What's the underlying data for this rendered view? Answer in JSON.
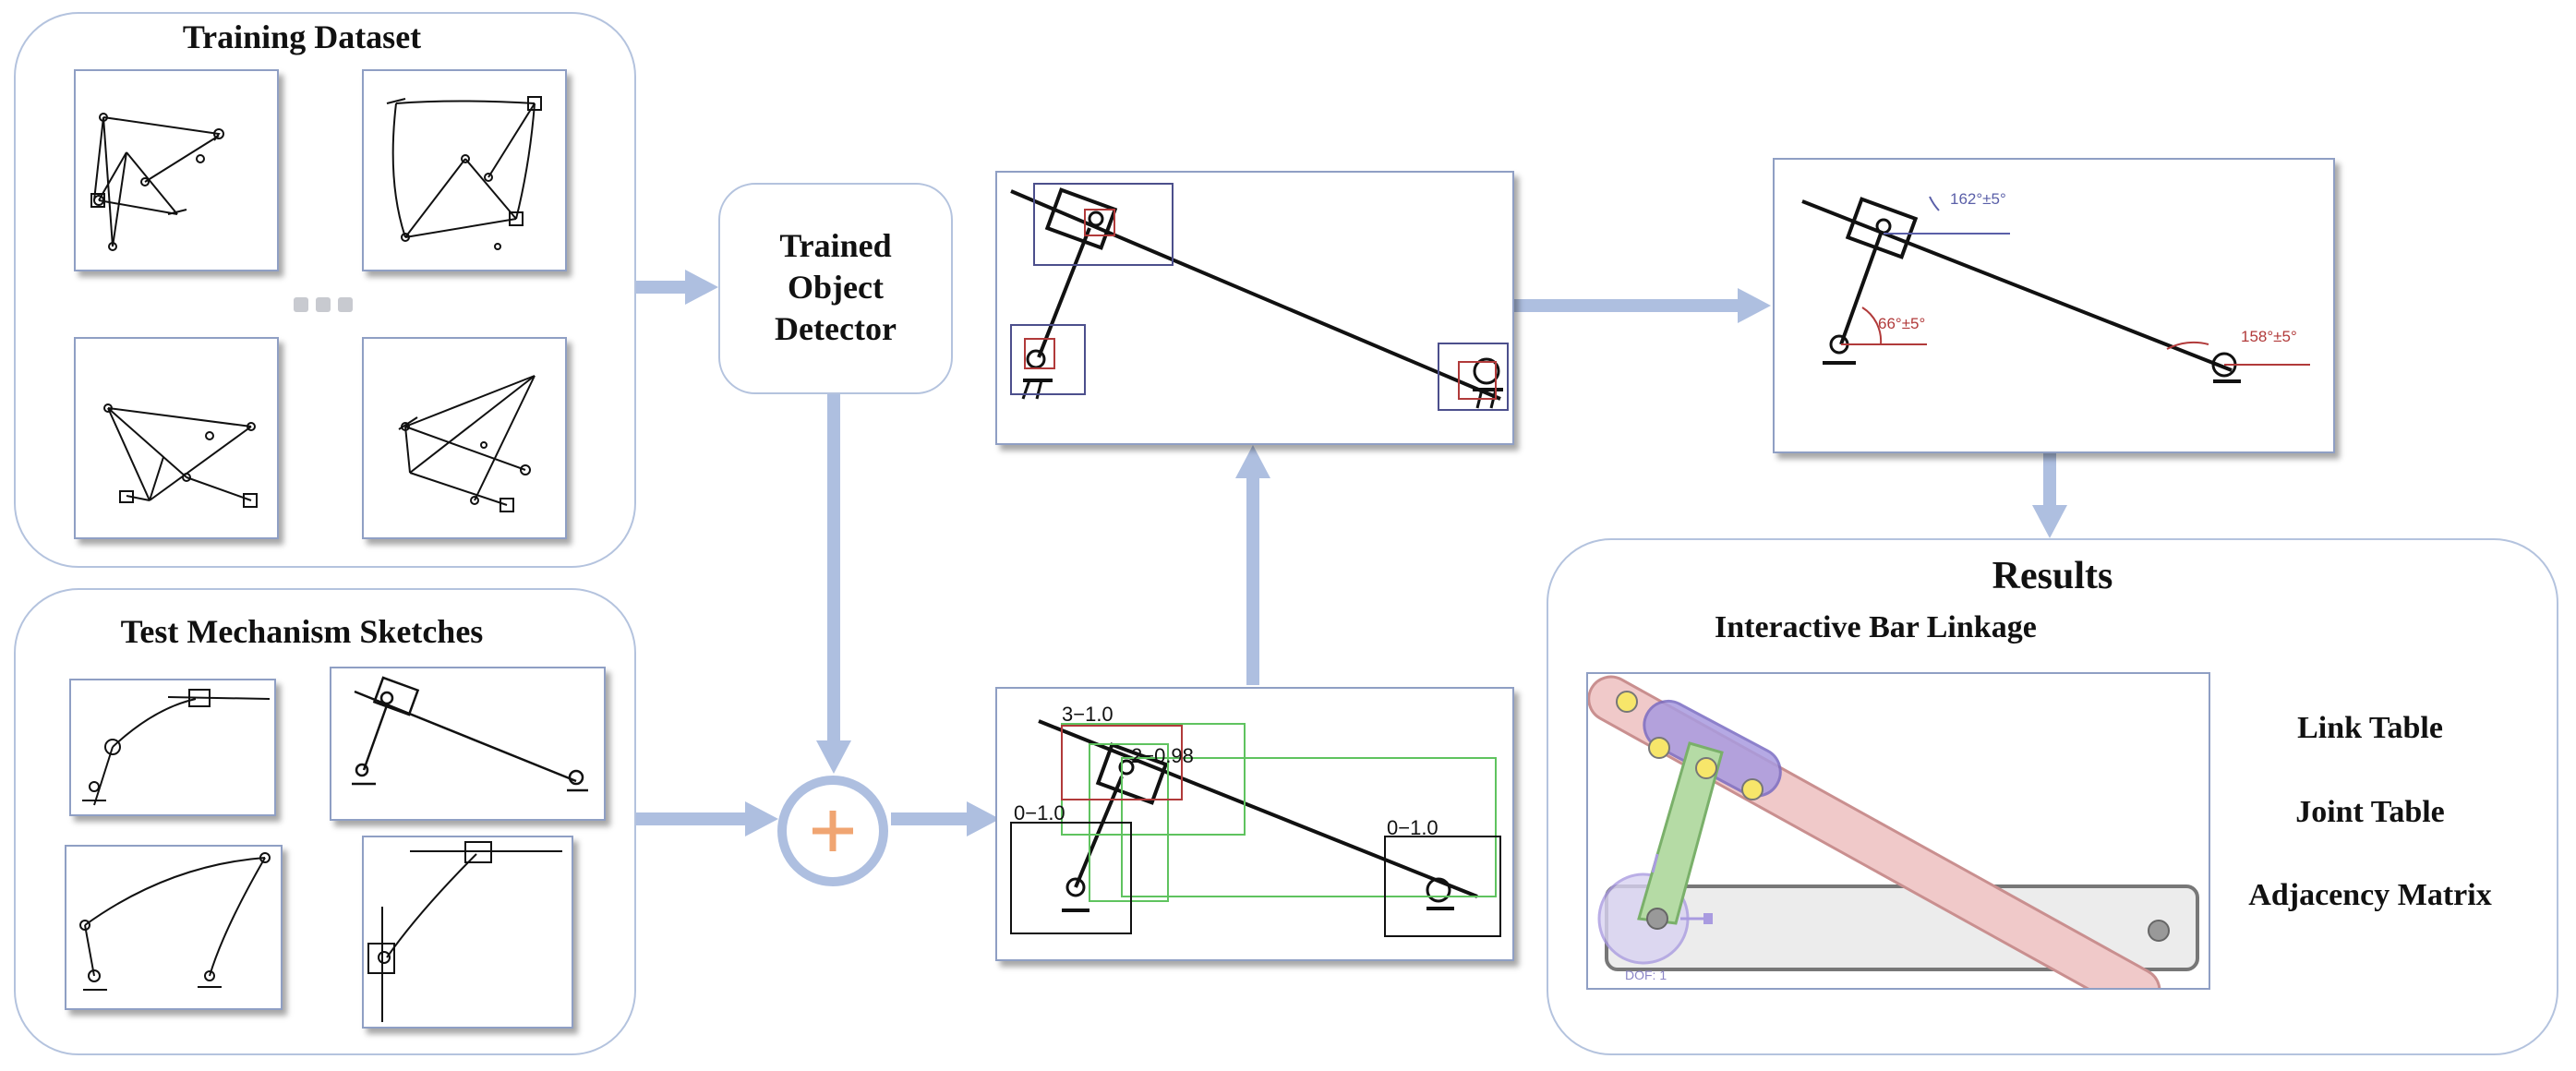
{
  "training": {
    "title": "Training Dataset"
  },
  "test": {
    "title": "Test Mechanism Sketches"
  },
  "detector": {
    "label_line1": "Trained",
    "label_line2": "Object",
    "label_line3": "Detector"
  },
  "detections": {
    "labels": [
      "3−1.0",
      "2−0.98",
      "0−1.0",
      "0−1.0"
    ],
    "mid_label": "2−"
  },
  "angles": {
    "a1": "162°±5°",
    "a2": "66°±5°",
    "a3": "158°±5°"
  },
  "results": {
    "title": "Results",
    "subtitle": "Interactive Bar Linkage",
    "items": [
      "Link Table",
      "Joint Table",
      "Adjacency Matrix"
    ],
    "dof": "DOF: 1"
  },
  "colors": {
    "arrow": "#aebfe0",
    "panel_border": "#b4c3de",
    "plus": "#f0a572",
    "red_box": "#b13a3a",
    "blue_box": "#4c4f8c",
    "green_box": "#5fc35f"
  }
}
